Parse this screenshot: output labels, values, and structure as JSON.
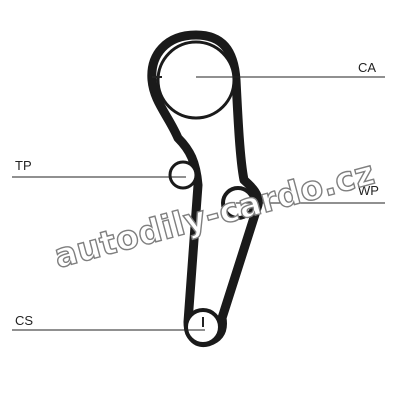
{
  "labels": {
    "camshaft": "CA",
    "tensioner": "TP",
    "water_pump": "WP",
    "crankshaft": "CS"
  },
  "watermark": {
    "text": "autodily-cardo.cz"
  },
  "colors": {
    "belt": "#1a1a1a",
    "leader_line": "#222222",
    "watermark_outline": "#7f7f7f",
    "background": "#ffffff"
  }
}
